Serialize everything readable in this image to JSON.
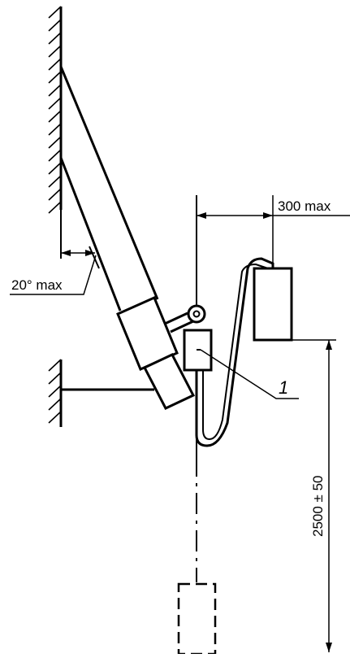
{
  "labels": {
    "angle": "20° max",
    "horizontal_distance": "300 max",
    "drop_height": "2500 ± 50",
    "item_marker": "1"
  }
}
